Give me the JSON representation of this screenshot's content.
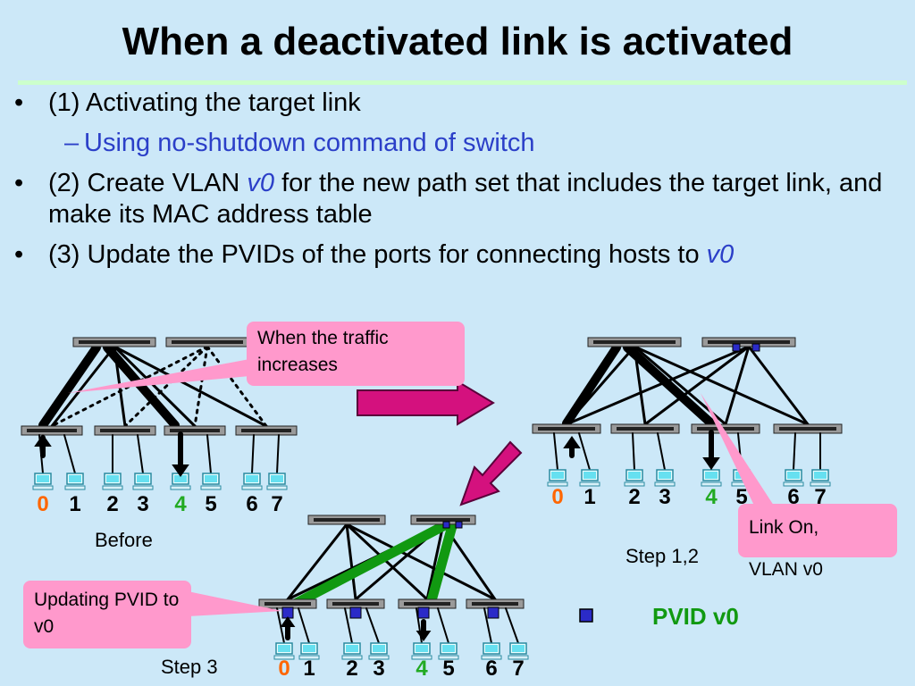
{
  "title": "When a deactivated link is activated",
  "bullets": [
    {
      "prefix": "(1) Activating the target link",
      "emph": "",
      "suffix": ""
    },
    {
      "prefix": "(2) Create VLAN ",
      "emph": "v0",
      "suffix": " for the new path set that includes the target link, and make its MAC address table"
    },
    {
      "prefix": "(3) Update the PVIDs of the ports for connecting hosts to ",
      "emph": "v0",
      "suffix": ""
    }
  ],
  "sub_bullet": "Using no-shutdown command of switch",
  "bullet_glyph": "•",
  "sub_glyph": "–",
  "callouts": {
    "traffic": "When the traffic increases",
    "link_on": "Link  On,",
    "vlan": "VLAN v0",
    "updating": "Updating PVID to v0"
  },
  "labels": {
    "before": "Before",
    "step12": "Step 1,2",
    "step3": "Step 3",
    "pvid_legend": "PVID v0"
  },
  "host_numbers": [
    "0",
    "1",
    "2",
    "3",
    "4",
    "5",
    "6",
    "7"
  ],
  "colors": {
    "background": "#cce8f8",
    "emphasis_blue": "#2b3fc8",
    "callout_pink": "#ff99cc",
    "arrow_magenta": "#d4117e",
    "vlan_green": "#119911",
    "pvid_marker": "#2b2bc8",
    "host_source": "#ff6600",
    "host_dest": "#22aa22"
  }
}
